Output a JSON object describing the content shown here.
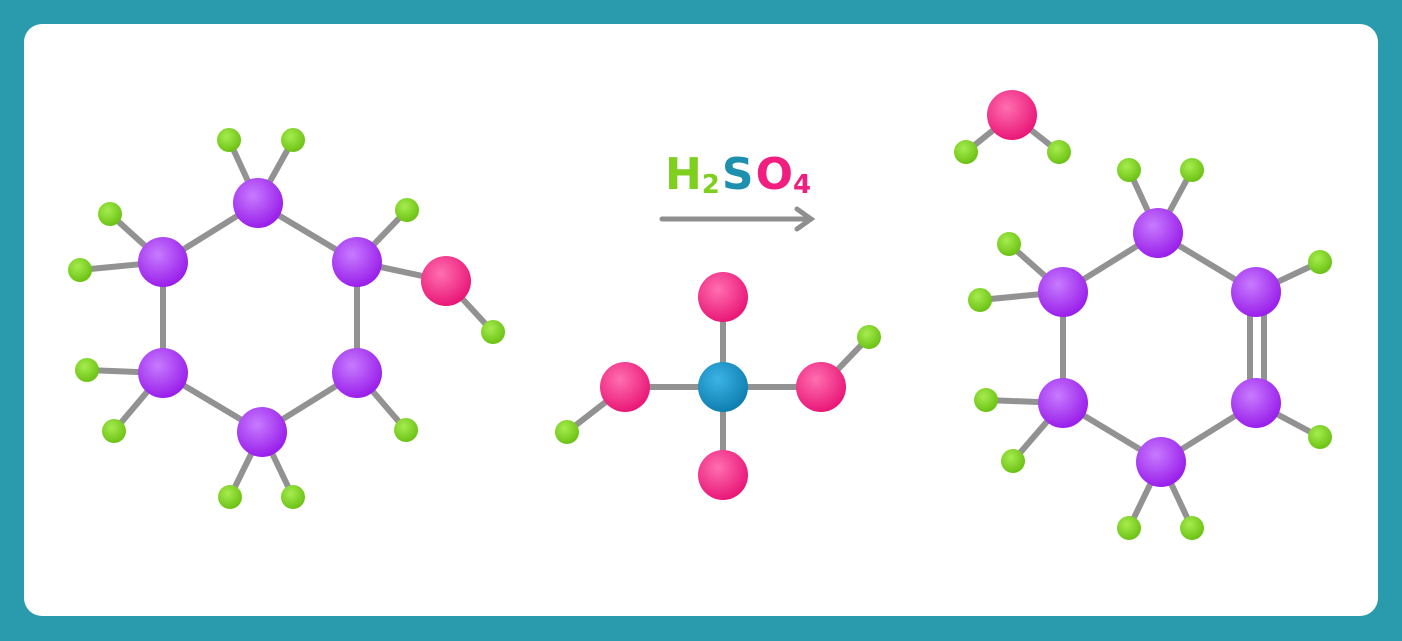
{
  "reagent": {
    "formula_parts": [
      {
        "text": "H",
        "sub": false,
        "color": "#7fcf1f"
      },
      {
        "text": "2",
        "sub": true,
        "color": "#7fcf1f"
      },
      {
        "text": "S",
        "sub": false,
        "color": "#1f8fae"
      },
      {
        "text": "O",
        "sub": false,
        "color": "#f01e7f"
      },
      {
        "text": "4",
        "sub": true,
        "color": "#f01e7f"
      }
    ]
  },
  "colors": {
    "carbon": "#a32cf0",
    "hydrogen": "#7fd11b",
    "oxygen": "#f0278a",
    "sulfur": "#1690c4",
    "bond": "#929292",
    "frame": "#2a9aad"
  }
}
